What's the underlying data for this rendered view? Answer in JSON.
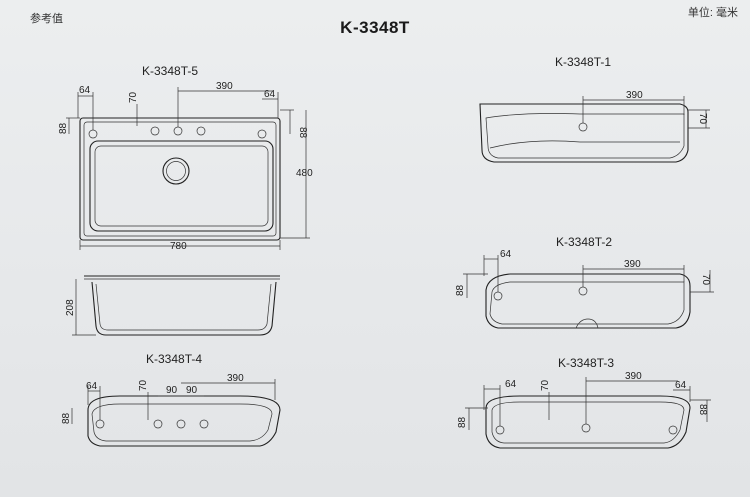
{
  "header": {
    "reference_note": "参考值",
    "unit_note": "单位: 毫米",
    "title": "K-3348T"
  },
  "views": {
    "top_view": {
      "label": "K-3348T-5"
    },
    "front_1": {
      "label": "K-3348T-1"
    },
    "front_2": {
      "label": "K-3348T-2"
    },
    "front_3": {
      "label": "K-3348T-3"
    },
    "front_4": {
      "label": "K-3348T-4"
    }
  },
  "dimensions": {
    "top_view": {
      "left_offset": "64",
      "hole_dist": "70",
      "span": "390",
      "right_offset": "64",
      "left_depth": "88",
      "right_depth": "88",
      "height": "480",
      "width": "780"
    },
    "side_view": {
      "depth": "208"
    },
    "front_1": {
      "span": "390",
      "height": "70"
    },
    "front_2": {
      "left_offset": "64",
      "span": "390",
      "left_height": "88",
      "right_height": "70"
    },
    "front_3": {
      "left_offset": "64",
      "hole_dist": "70",
      "span": "390",
      "right_offset": "64",
      "left_height": "88",
      "right_height": "88"
    },
    "front_4": {
      "left_offset": "64",
      "hole_dist": "70",
      "gap_a": "90",
      "gap_b": "90",
      "span": "390",
      "left_height": "88"
    }
  }
}
